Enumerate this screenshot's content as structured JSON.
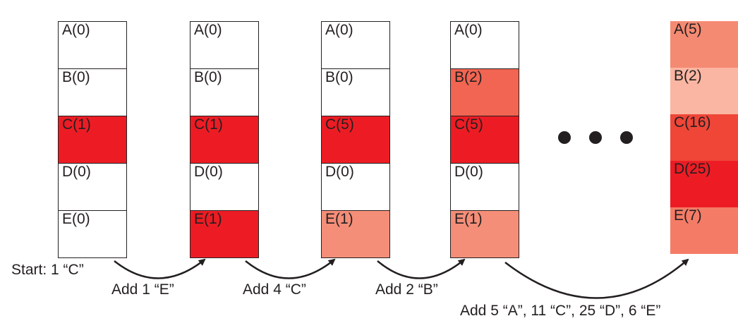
{
  "columns": [
    {
      "id": "start",
      "cells": [
        {
          "label": "A(0)",
          "color": "#ffffff"
        },
        {
          "label": "B(0)",
          "color": "#ffffff"
        },
        {
          "label": "C(1)",
          "color": "#ed1c24"
        },
        {
          "label": "D(0)",
          "color": "#ffffff"
        },
        {
          "label": "E(0)",
          "color": "#ffffff"
        }
      ]
    },
    {
      "id": "step-1",
      "cells": [
        {
          "label": "A(0)",
          "color": "#ffffff"
        },
        {
          "label": "B(0)",
          "color": "#ffffff"
        },
        {
          "label": "C(1)",
          "color": "#ed1c24"
        },
        {
          "label": "D(0)",
          "color": "#ffffff"
        },
        {
          "label": "E(1)",
          "color": "#ed1c24"
        }
      ]
    },
    {
      "id": "step-2",
      "cells": [
        {
          "label": "A(0)",
          "color": "#ffffff"
        },
        {
          "label": "B(0)",
          "color": "#ffffff"
        },
        {
          "label": "C(5)",
          "color": "#ed1c24"
        },
        {
          "label": "D(0)",
          "color": "#ffffff"
        },
        {
          "label": "E(1)",
          "color": "#f58e78"
        }
      ]
    },
    {
      "id": "step-3",
      "cells": [
        {
          "label": "A(0)",
          "color": "#ffffff"
        },
        {
          "label": "B(2)",
          "color": "#f26552"
        },
        {
          "label": "C(5)",
          "color": "#ed1c24"
        },
        {
          "label": "D(0)",
          "color": "#ffffff"
        },
        {
          "label": "E(1)",
          "color": "#f58e78"
        }
      ]
    },
    {
      "id": "final",
      "cells": [
        {
          "label": "A(5)",
          "color": "#f58a73"
        },
        {
          "label": "B(2)",
          "color": "#fab6a2"
        },
        {
          "label": "C(16)",
          "color": "#ef4638"
        },
        {
          "label": "D(25)",
          "color": "#ed1c24"
        },
        {
          "label": "E(7)",
          "color": "#f47c67"
        }
      ]
    }
  ],
  "captions": {
    "start": "Start: 1 “C”",
    "step_1": "Add 1 “E”",
    "step_2": "Add 4 “C”",
    "step_3": "Add 2 “B”",
    "final": "Add 5 “A”, 11 “C”, 25 “D”, 6 “E”"
  },
  "colors": {
    "stroke": "#231f20"
  }
}
